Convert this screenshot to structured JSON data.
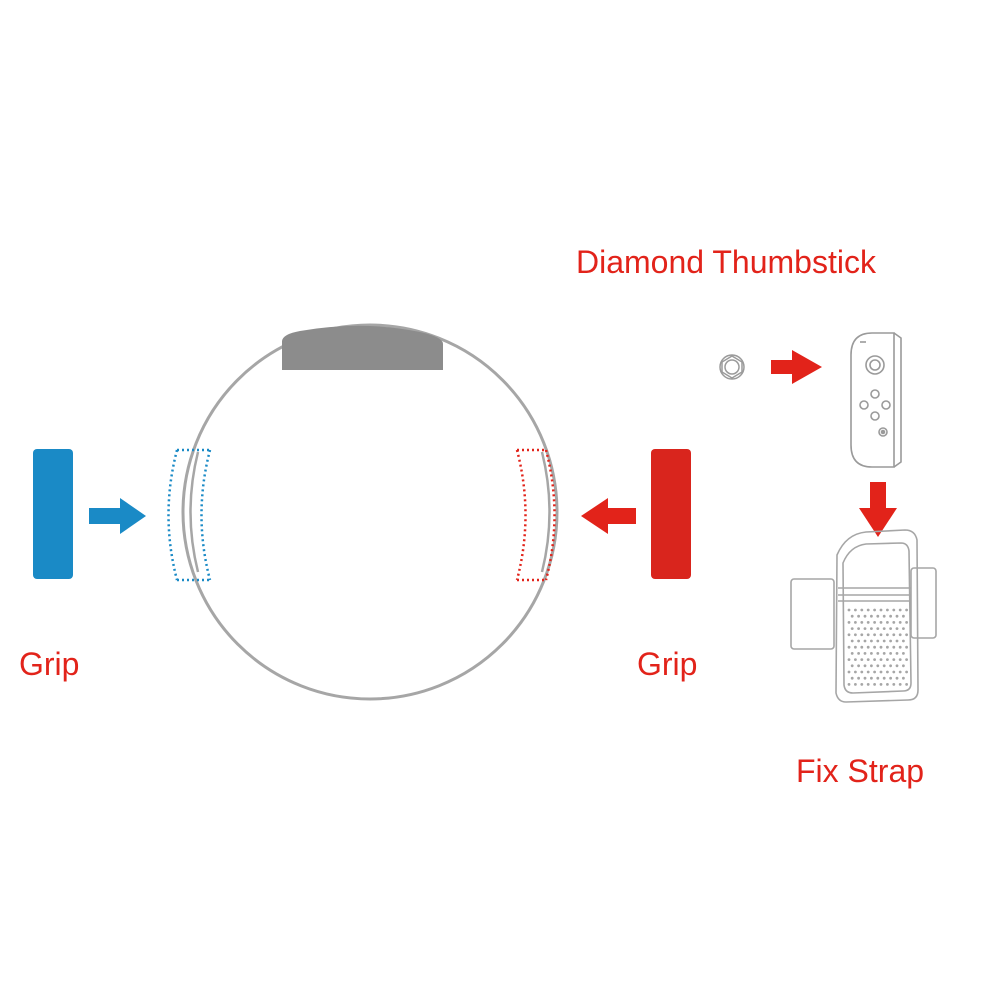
{
  "labels": {
    "diamond_thumbstick": "Diamond Thumbstick",
    "grip_left": "Grip",
    "grip_right": "Grip",
    "fix_strap": "Fix Strap"
  },
  "colors": {
    "label_red": "#e2231a",
    "grip_blue": "#1a8ac6",
    "grip_red": "#d9251d",
    "ring_gray": "#a6a6a6",
    "handle_gray": "#8c8c8c",
    "arrow_blue": "#1a8ac6",
    "arrow_red": "#e2231a",
    "outline_gray": "#9a9a9a"
  },
  "icons": {
    "thumbstick": "diamond-thumbstick-icon",
    "joycon": "joy-con-controller-icon",
    "strap": "leg-strap-icon"
  }
}
